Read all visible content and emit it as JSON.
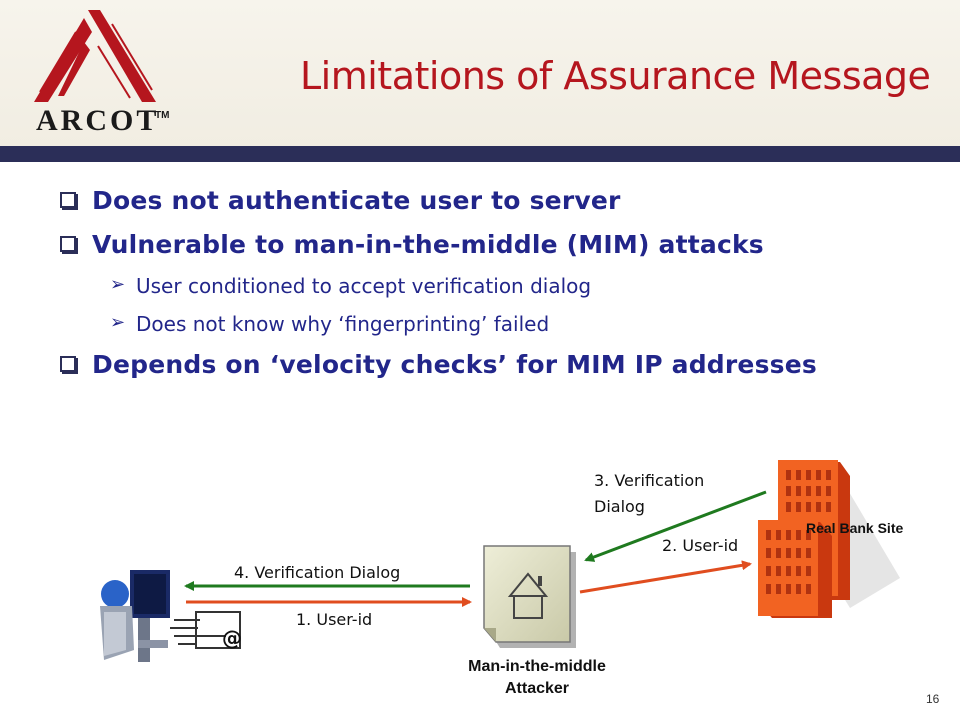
{
  "header": {
    "logo_text": "ARCOT",
    "logo_tm": "TM",
    "title": "Limitations of Assurance Message"
  },
  "bullets": [
    {
      "level": 1,
      "text": "Does not authenticate user to server"
    },
    {
      "level": 1,
      "text": "Vulnerable to man-in-the-middle (MIM) attacks"
    },
    {
      "level": 2,
      "text": "User conditioned to accept verification dialog"
    },
    {
      "level": 2,
      "text": "Does not know why ‘fingerprinting’ failed"
    },
    {
      "level": 1,
      "text": "Depends on ‘velocity checks’ for MIM IP addresses"
    }
  ],
  "diagram": {
    "step1": "1. User-id",
    "step2": "2. User-id",
    "step3_line1": "3. Verification",
    "step3_line2": "Dialog",
    "step4": "4. Verification Dialog",
    "attacker_line1": "Man-in-the-middle",
    "attacker_line2": "Attacker",
    "bank_label": "Real Bank Site",
    "email_at": "@",
    "colors": {
      "user_to_server": "#e04d1f",
      "server_to_user": "#1f7a1f",
      "bank": "#e8541c"
    }
  },
  "footer": {
    "page_number": "16"
  }
}
